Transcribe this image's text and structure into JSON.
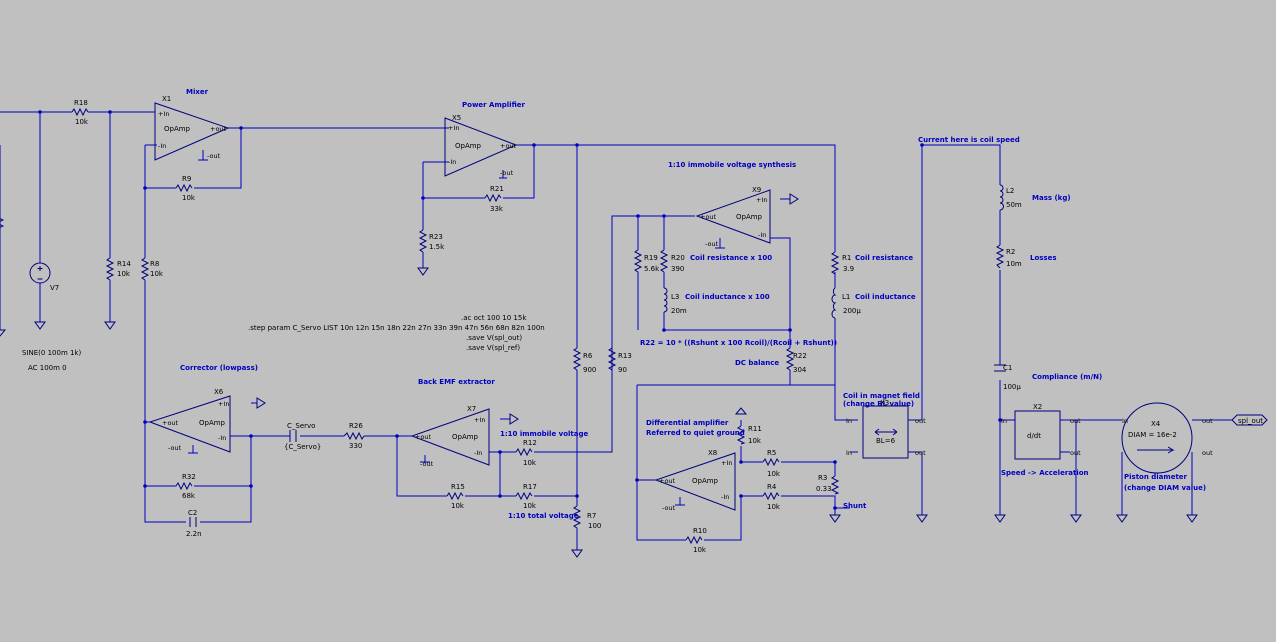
{
  "colors": {
    "background": "#c0c0c0",
    "wire": "#0000c0",
    "component": "#000080",
    "text": "#000000",
    "note": "#0000c0"
  },
  "annotations": {
    "mixer": "Mixer",
    "power_amp": "Power Amplifier",
    "synth": "1:10 immobile voltage synthesis",
    "current": "Current here is coil speed",
    "mass": "Mass (kg)",
    "losses": "Losses",
    "coil_res_x100": "Coil resistance x 100",
    "coil_ind_x100": "Coil inductance x 100",
    "coil_res": "Coil resistance",
    "coil_ind": "Coil inductance",
    "r22_formula": "R22 = 10 * ((Rshunt x 100 Rcoil)/(Rcoil + Rshunt))",
    "dc_balance": "DC balance",
    "corrector": "Corrector (lowpass)",
    "back_emf": "Back EMF extractor",
    "immobile": "1:10 immobile voltage",
    "total": "1:10 total voltage",
    "diff_amp_1": "Differential amplifier",
    "diff_amp_2": "Referred to quiet ground",
    "shunt": "Shunt",
    "coil_field_1": "Coil in magnet field",
    "coil_field_2": "(change BL value)",
    "compliance": "Compliance (m/N)",
    "speed_acc": "Speed -> Acceleration",
    "piston_1": "Piston diameter",
    "piston_2": "(change DIAM value)"
  },
  "directives": [
    ".ac oct 100 10 15k",
    ".step param C_Servo LIST 10n 12n 15n 18n 22n 27n 33n 39n 47n 56n 68n 82n 100n",
    ".save V(spl_out)",
    ".save V(spl_ref)"
  ],
  "source": {
    "name": "V7",
    "line1": "SINE(0 100m 1k)",
    "line2": "AC 100m 0"
  },
  "opamp": {
    "type": "OpAmp",
    "pin_in_plus": "+In",
    "pin_in_minus": "-In",
    "pin_out_plus": "+out",
    "pin_out_minus": "-out"
  },
  "opamps": {
    "x1": "X1",
    "x5": "X5",
    "x9": "X9",
    "x8": "X8",
    "x7": "X7",
    "x6": "X6"
  },
  "parts": {
    "R18": [
      "R18",
      "10k"
    ],
    "R9": [
      "R9",
      "10k"
    ],
    "R14": [
      "R14",
      "10k"
    ],
    "R8": [
      "R8",
      "10k"
    ],
    "R21": [
      "R21",
      "33k"
    ],
    "R23": [
      "R23",
      "1.5k"
    ],
    "R19": [
      "R19",
      "5.6k"
    ],
    "R20": [
      "R20",
      "390"
    ],
    "L3": [
      "L3",
      "20m"
    ],
    "R1": [
      "R1",
      "3.9"
    ],
    "L1": [
      "L1",
      "200µ"
    ],
    "L2": [
      "L2",
      "50m"
    ],
    "R2": [
      "R2",
      "10m"
    ],
    "C1": [
      "C1",
      "100µ"
    ],
    "R6": [
      "R6",
      "900"
    ],
    "R13": [
      "R13",
      "90"
    ],
    "R22": [
      "R22",
      "304"
    ],
    "R11": [
      "R11",
      "10k"
    ],
    "R5": [
      "R5",
      "10k"
    ],
    "R4": [
      "R4",
      "10k"
    ],
    "R3": [
      "R3",
      "0.33"
    ],
    "R10": [
      "R10",
      "10k"
    ],
    "R12": [
      "R12",
      "10k"
    ],
    "R17": [
      "R17",
      "10k"
    ],
    "R15": [
      "R15",
      "10k"
    ],
    "R7": [
      "R7",
      "100"
    ],
    "R26": [
      "R26",
      "330"
    ],
    "R32": [
      "R32",
      "68k"
    ],
    "C2": [
      "C2",
      "2.2n"
    ],
    "CS": [
      "C_Servo",
      "{C_Servo}"
    ]
  },
  "blocks": {
    "x3": {
      "name": "X3",
      "value": "BL=6",
      "pin_in": "In",
      "pin_out": "out"
    },
    "x2": {
      "name": "X2",
      "symbol": "d/dt",
      "pin_in": "In",
      "pin_out": "out"
    },
    "x4": {
      "name": "X4",
      "value": "DIAM = 16e-2",
      "pin_in": "In",
      "pin_out": "out"
    }
  },
  "net_label": "spl_out"
}
